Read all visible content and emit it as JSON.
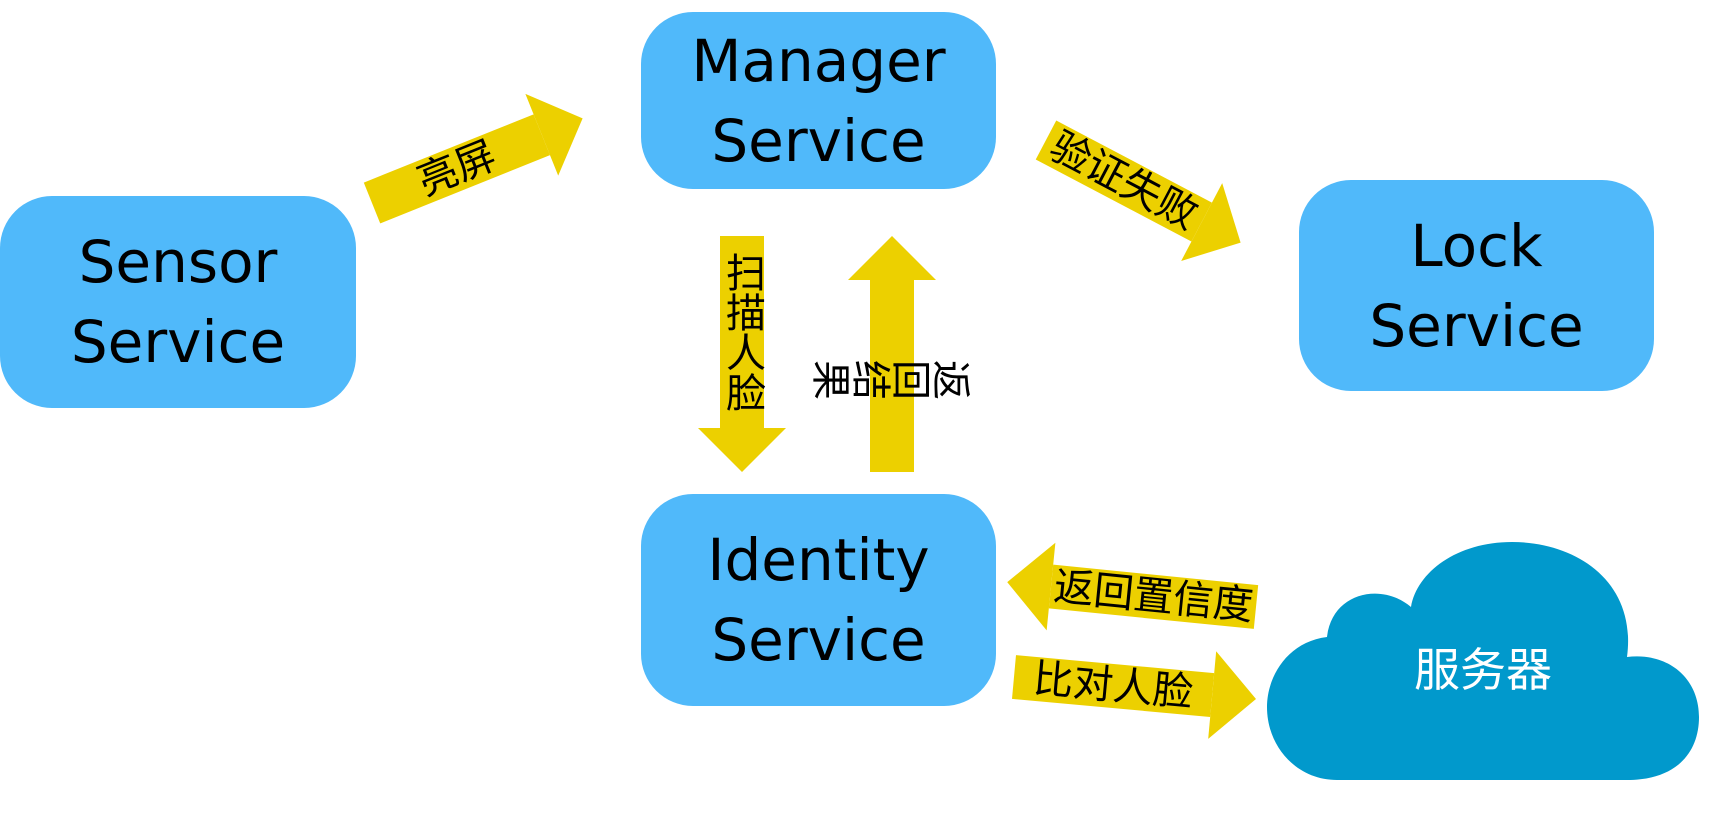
{
  "colors": {
    "node_fill": "#50b9fa",
    "arrow_fill": "#ecd000",
    "cloud_fill": "#0199cc",
    "cloud_text": "#ffffff",
    "text": "#000000"
  },
  "nodes": {
    "sensor": {
      "line1": "Sensor",
      "line2": "Service"
    },
    "manager": {
      "line1": "Manager",
      "line2": "Service"
    },
    "lock": {
      "line1": "Lock",
      "line2": "Service"
    },
    "identity": {
      "line1": "Identity",
      "line2": "Service"
    },
    "server": {
      "label": "服务器",
      "icon": "cloud-icon"
    }
  },
  "edges": {
    "light_screen": {
      "from": "sensor",
      "to": "manager",
      "label": "亮屏"
    },
    "verify_failed": {
      "from": "manager",
      "to": "lock",
      "label": "验证失败"
    },
    "scan_face": {
      "from": "manager",
      "to": "identity",
      "label": "扫描人脸"
    },
    "return_result": {
      "from": "identity",
      "to": "manager",
      "label": "返回结果"
    },
    "return_confidence": {
      "from": "server",
      "to": "identity",
      "label": "返回置信度"
    },
    "compare_face": {
      "from": "identity",
      "to": "server",
      "label": "比对人脸"
    }
  }
}
